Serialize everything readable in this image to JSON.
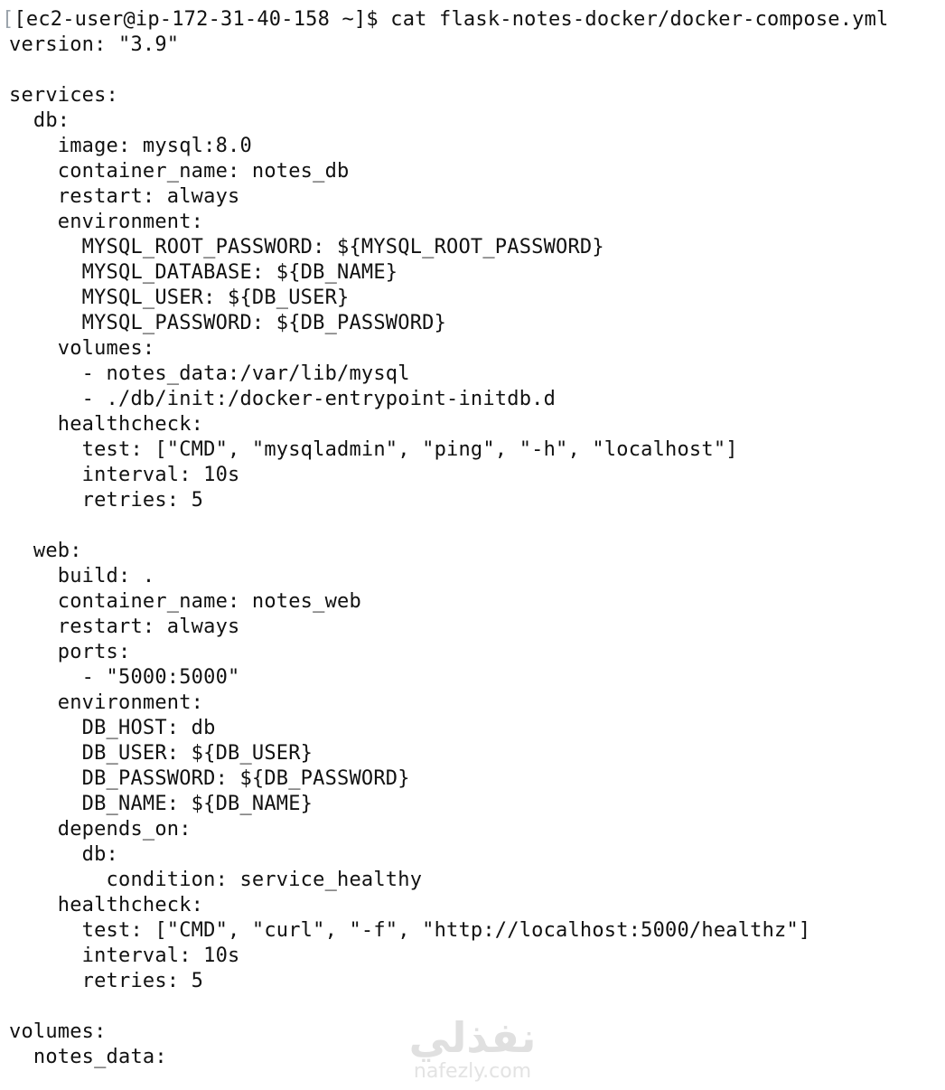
{
  "terminal": {
    "wrap_indicator": "[",
    "prompt": "[ec2-user@ip-172-31-40-158 ~]$",
    "command": " cat flask-notes-docker/docker-compose.yml",
    "file_lines": [
      "version: \"3.9\"",
      "",
      "services:",
      "  db:",
      "    image: mysql:8.0",
      "    container_name: notes_db",
      "    restart: always",
      "    environment:",
      "      MYSQL_ROOT_PASSWORD: ${MYSQL_ROOT_PASSWORD}",
      "      MYSQL_DATABASE: ${DB_NAME}",
      "      MYSQL_USER: ${DB_USER}",
      "      MYSQL_PASSWORD: ${DB_PASSWORD}",
      "    volumes:",
      "      - notes_data:/var/lib/mysql",
      "      - ./db/init:/docker-entrypoint-initdb.d",
      "    healthcheck:",
      "      test: [\"CMD\", \"mysqladmin\", \"ping\", \"-h\", \"localhost\"]",
      "      interval: 10s",
      "      retries: 5",
      "",
      "  web:",
      "    build: .",
      "    container_name: notes_web",
      "    restart: always",
      "    ports:",
      "      - \"5000:5000\"",
      "    environment:",
      "      DB_HOST: db",
      "      DB_USER: ${DB_USER}",
      "      DB_PASSWORD: ${DB_PASSWORD}",
      "      DB_NAME: ${DB_NAME}",
      "    depends_on:",
      "      db:",
      "        condition: service_healthy",
      "    healthcheck:",
      "      test: [\"CMD\", \"curl\", \"-f\", \"http://localhost:5000/healthz\"]",
      "      interval: 10s",
      "      retries: 5",
      "",
      "volumes:",
      "  notes_data:"
    ]
  },
  "watermark": {
    "logo_text": "نفذلي",
    "site_text": "nafezly.com",
    "color": "#e0e0e0"
  },
  "colors": {
    "background": "#ffffff",
    "text": "#111111",
    "wrap_indicator": "#9aa3ab"
  }
}
